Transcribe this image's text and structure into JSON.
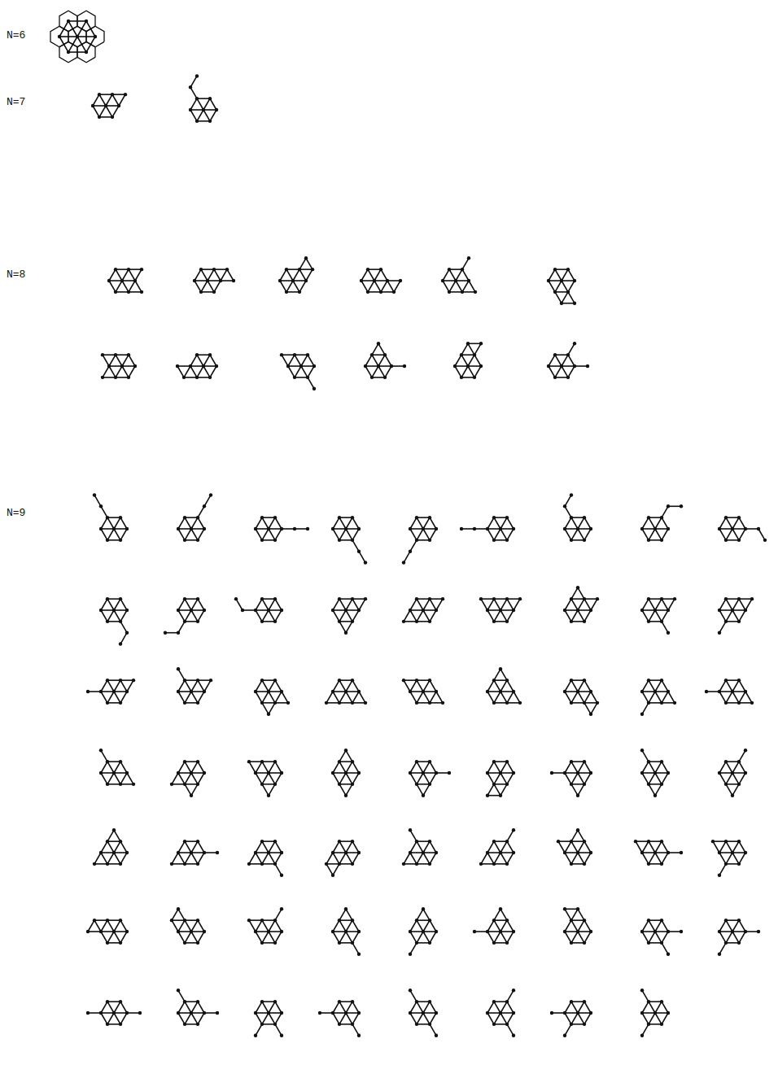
{
  "diagram": {
    "labels": [
      "N=6",
      "N=7",
      "N=8",
      "N=9"
    ]
  }
}
